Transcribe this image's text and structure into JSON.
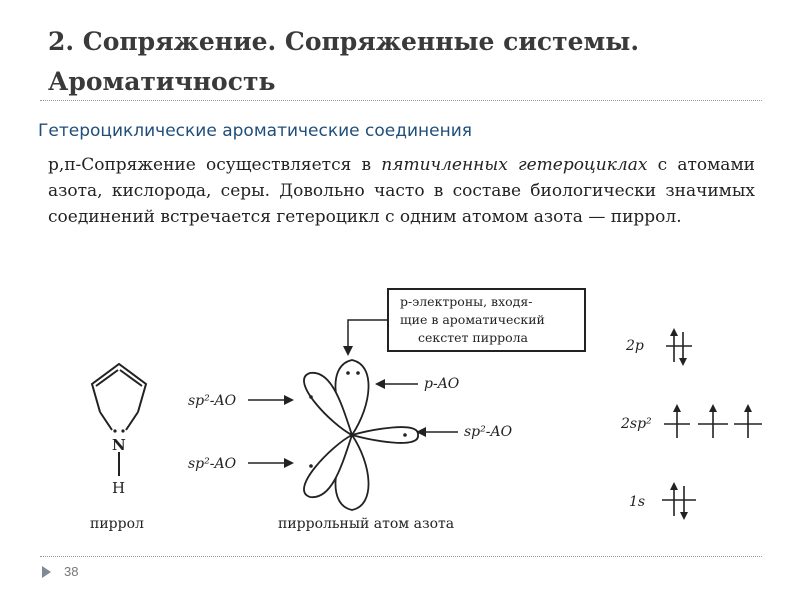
{
  "slide": {
    "title_line1": "2. Сопряжение. Сопряженные системы.",
    "title_line2": "Ароматичность",
    "subtitle": "Гетероциклические ароматические соединения",
    "paragraph": {
      "part1": "p,π-Сопряжение осуществляется в ",
      "italic": "пятичленных гетероциклах",
      "part2": " с атомами азота, кислорода, серы. Довольно часто в составе биологически значимых соединений встречается гетероцикл с одним атомом азота — пиррол."
    },
    "page_number": "38"
  },
  "figure": {
    "pyrrole_caption": "пиррол",
    "atom_caption": "пиррольный атом азота",
    "n_label": "N",
    "h_label": "H",
    "callout_line1": "р-электроны, входя-",
    "callout_line2": "щие в ароматический",
    "callout_line3": "секстет пиррола",
    "label_sp2_left_top": "sp²-AO",
    "label_sp2_left_bottom": "sp²-AO",
    "label_p_ao": "p-AO",
    "label_sp2_right": "sp²-AO",
    "level_2p": "2p",
    "level_2sp2": "2sp²",
    "level_1s": "1s"
  }
}
